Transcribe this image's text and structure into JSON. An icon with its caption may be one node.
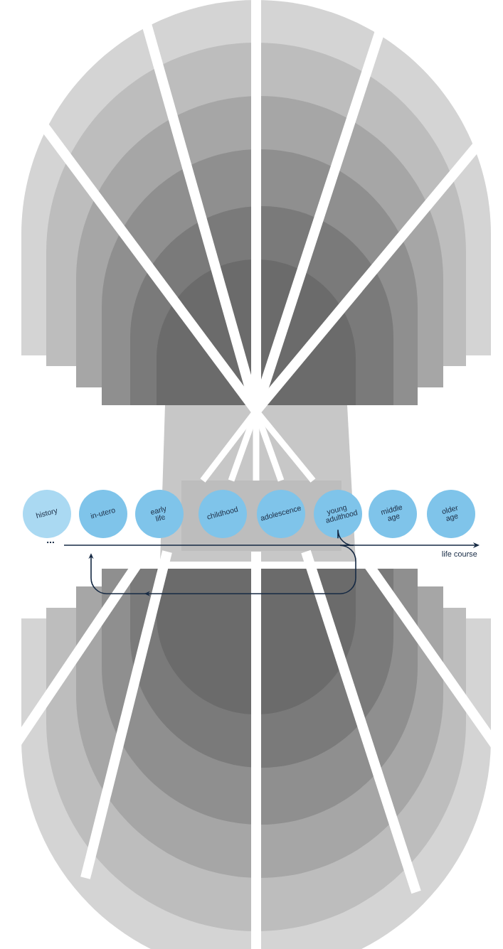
{
  "diagram": {
    "nodes": [
      {
        "text": [
          "history"
        ]
      },
      {
        "text": [
          "in-utero"
        ]
      },
      {
        "text": [
          "early life"
        ]
      },
      {
        "text": [
          "childhood"
        ]
      },
      {
        "text": [
          "adolescence"
        ]
      },
      {
        "text": [
          "young adulthood"
        ]
      },
      {
        "text": [
          "middle age"
        ]
      },
      {
        "text": [
          "older age"
        ]
      }
    ],
    "edges": [
      {
        "from": 5,
        "to": 1,
        "arrow": "to"
      }
    ],
    "labels": [
      "...",
      "life course"
    ]
  }
}
